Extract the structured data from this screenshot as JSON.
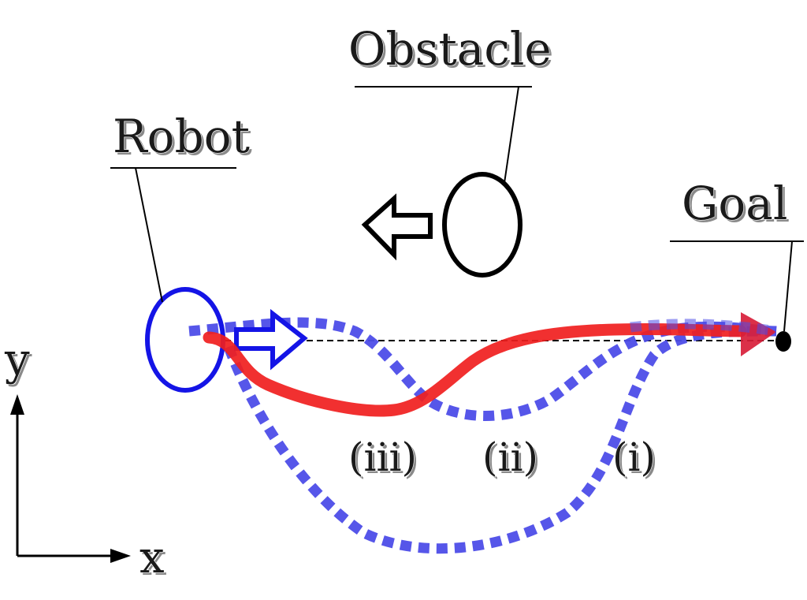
{
  "labels": {
    "obstacle": "Obstacle",
    "robot": "Robot",
    "goal": "Goal",
    "path_iii": "(iii)",
    "path_ii": "(ii)",
    "path_i": "(i)"
  },
  "axes": {
    "x": "x",
    "y": "y"
  },
  "colors": {
    "robot": "#1414e6",
    "candidate_paths": "#4d4de8",
    "chosen_path": "#f01e1e",
    "obstacle": "#000000",
    "reference_line": "#000000"
  },
  "icons": {
    "robot_motion": "right-arrow-icon",
    "obstacle_motion": "left-arrow-icon"
  }
}
